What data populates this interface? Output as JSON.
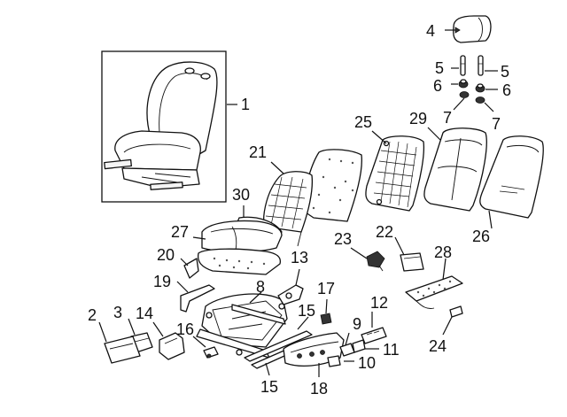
{
  "callouts": [
    {
      "id": "1",
      "label": "1"
    },
    {
      "id": "2",
      "label": "2"
    },
    {
      "id": "3",
      "label": "3"
    },
    {
      "id": "4",
      "label": "4"
    },
    {
      "id": "5a",
      "label": "5"
    },
    {
      "id": "5b",
      "label": "5"
    },
    {
      "id": "6a",
      "label": "6"
    },
    {
      "id": "6b",
      "label": "6"
    },
    {
      "id": "7a",
      "label": "7"
    },
    {
      "id": "7b",
      "label": "7"
    },
    {
      "id": "8",
      "label": "8"
    },
    {
      "id": "9",
      "label": "9"
    },
    {
      "id": "10",
      "label": "10"
    },
    {
      "id": "11",
      "label": "11"
    },
    {
      "id": "12",
      "label": "12"
    },
    {
      "id": "13",
      "label": "13"
    },
    {
      "id": "14",
      "label": "14"
    },
    {
      "id": "15a",
      "label": "15"
    },
    {
      "id": "15b",
      "label": "15"
    },
    {
      "id": "16",
      "label": "16"
    },
    {
      "id": "17",
      "label": "17"
    },
    {
      "id": "18",
      "label": "18"
    },
    {
      "id": "19",
      "label": "19"
    },
    {
      "id": "20",
      "label": "20"
    },
    {
      "id": "21",
      "label": "21"
    },
    {
      "id": "22",
      "label": "22"
    },
    {
      "id": "23",
      "label": "23"
    },
    {
      "id": "24",
      "label": "24"
    },
    {
      "id": "25",
      "label": "25"
    },
    {
      "id": "26",
      "label": "26"
    },
    {
      "id": "27",
      "label": "27"
    },
    {
      "id": "28",
      "label": "28"
    },
    {
      "id": "29",
      "label": "29"
    },
    {
      "id": "30",
      "label": "30"
    }
  ]
}
